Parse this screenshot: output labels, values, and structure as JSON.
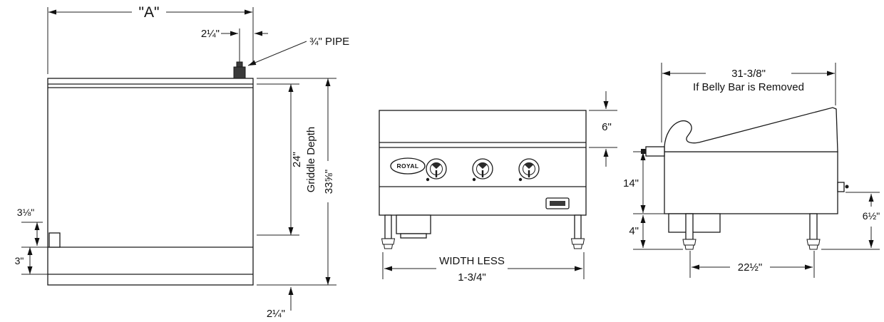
{
  "drawing": {
    "plan": {
      "dim_width": "\"A\"",
      "dim_pipe_setback": "2¼\"",
      "pipe_label": "¾\" PIPE",
      "dim_griddle_depth": "24\"",
      "dim_griddle_depth_note": "Griddle Depth",
      "dim_overall_depth": "33⅝\"",
      "dim_rear_ledge": "3⅛\"",
      "dim_rear_trim": "3\"",
      "dim_front_trim": "2¼\""
    },
    "front": {
      "brand": "ROYAL",
      "dim_plate_height": "6\"",
      "dim_width_note_1": "WIDTH LESS",
      "dim_width_note_2": "1-3/4\""
    },
    "side": {
      "dim_depth": "31-3/8\"",
      "dim_depth_note": "If Belly Bar is Removed",
      "dim_body_height": "14\"",
      "dim_leg_height": "4\"",
      "dim_rear_clearance": "6½\"",
      "dim_leg_spread": "22½\""
    }
  }
}
